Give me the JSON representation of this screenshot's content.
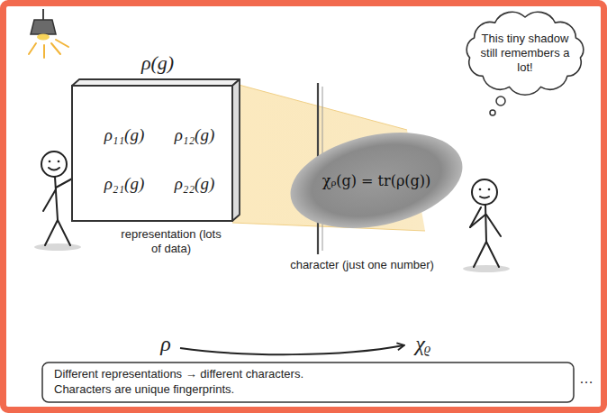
{
  "diagram": {
    "nodes": [
      {
        "text": [
          "ρ(g)",
          "ρ₁₁(g)",
          "ρ₁₂(g)",
          "ρ₂₁(g)",
          "ρ₂₂(g)"
        ]
      },
      {
        "text": [
          "χᵨ(g) = tr(ρ(g))"
        ]
      },
      {
        "text": [
          "This tiny shadow still remembers a lot!"
        ]
      },
      {
        "text": [
          "Different representations → different characters. Characters are unique fingerprints."
        ]
      }
    ],
    "labels": [
      "representation (lots of data)",
      "character (just one number)",
      "ρ",
      "χᵨ",
      "…"
    ]
  }
}
